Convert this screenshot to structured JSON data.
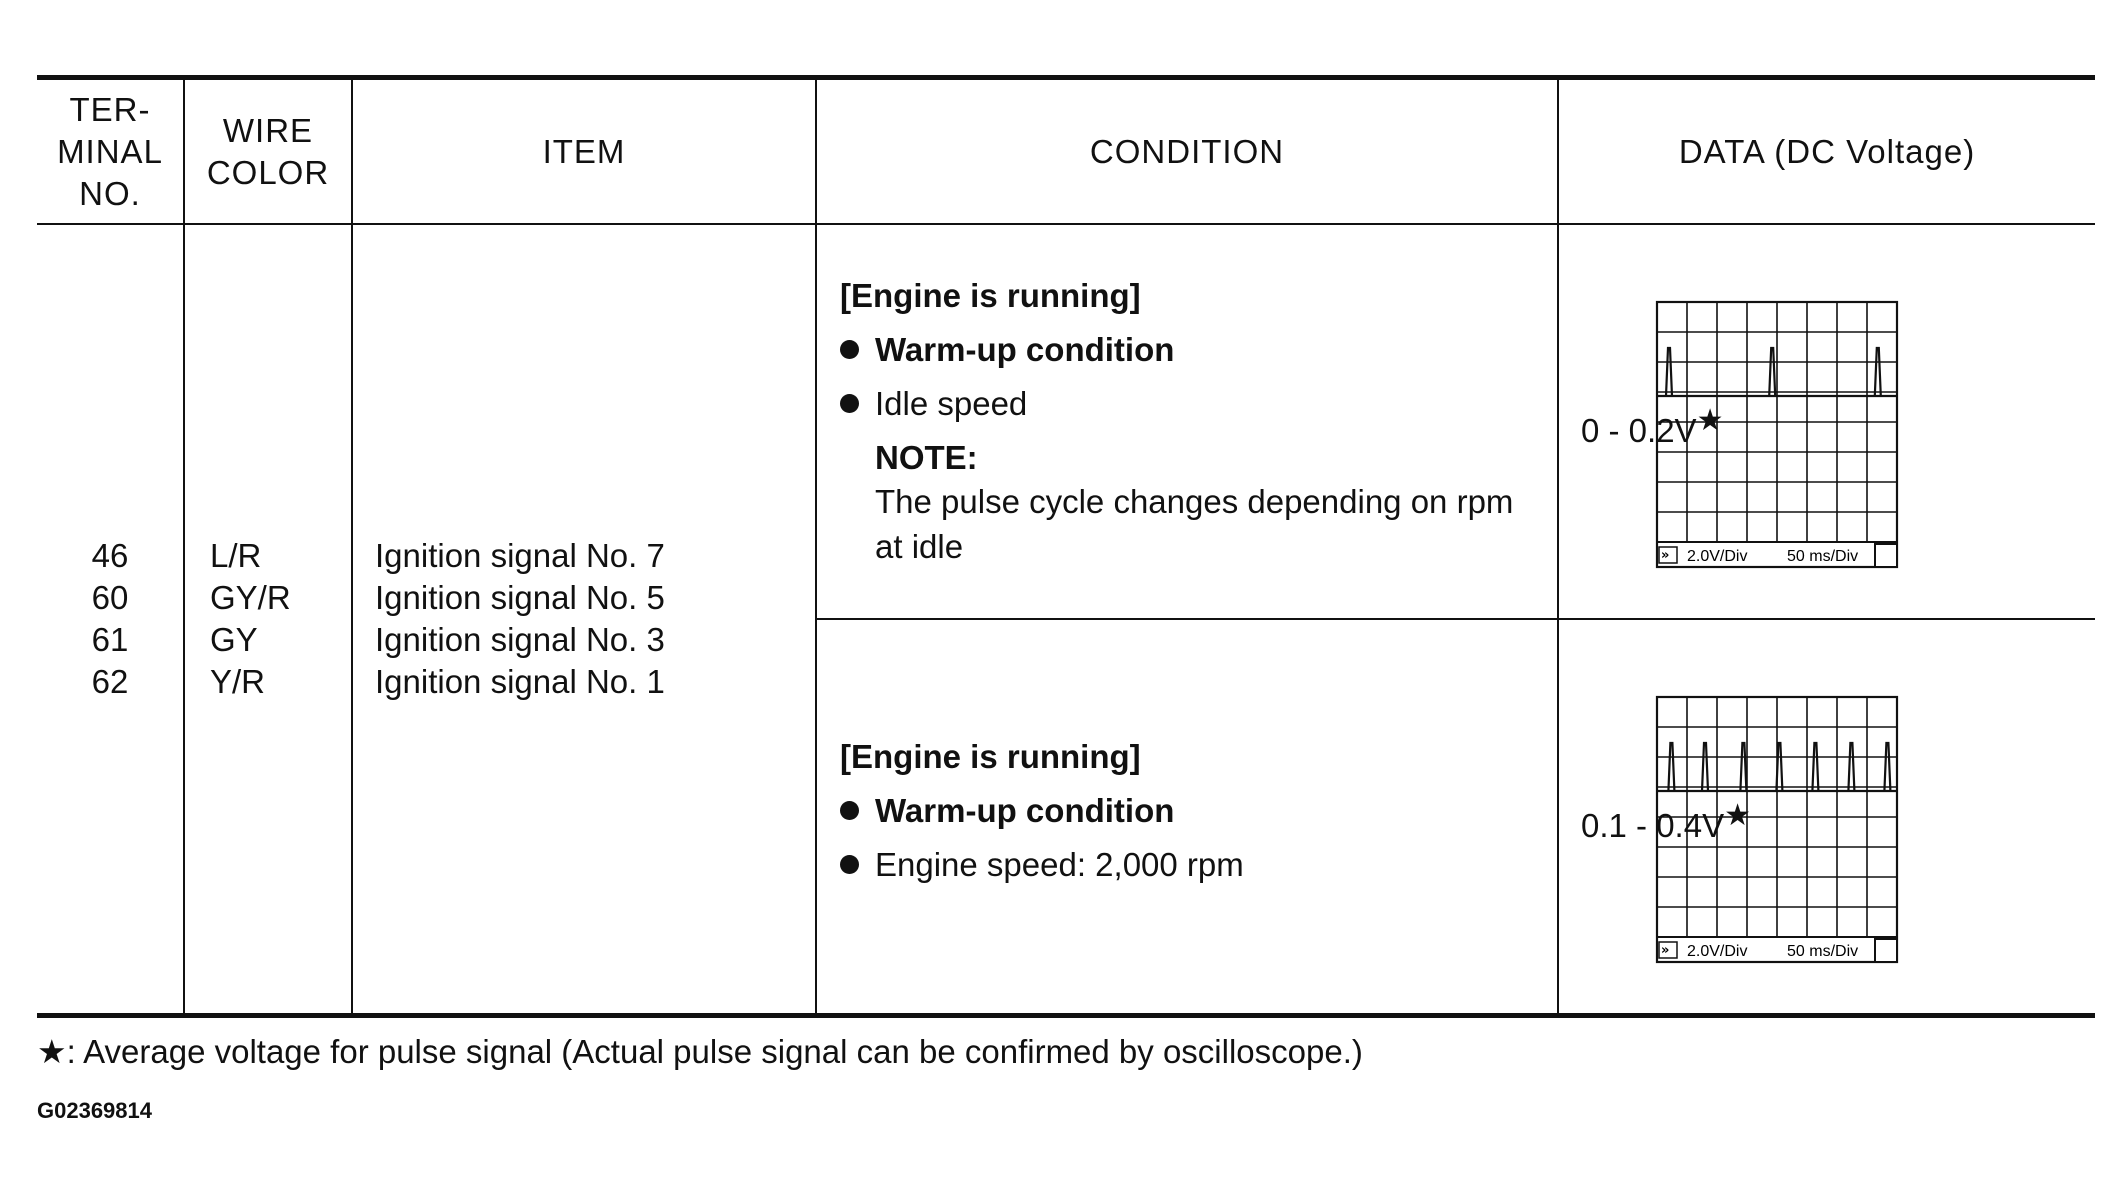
{
  "headers": {
    "terminal": [
      "TER-",
      "MINAL",
      "NO."
    ],
    "wire": [
      "WIRE",
      "COLOR"
    ],
    "item": "ITEM",
    "condition": "CONDITION",
    "data": "DATA (DC Voltage)"
  },
  "rows": {
    "terminals": [
      "46",
      "60",
      "61",
      "62"
    ],
    "wires": [
      "L/R",
      "GY/R",
      "GY",
      "Y/R"
    ],
    "items": [
      "Ignition signal No. 7",
      "Ignition signal No. 5",
      "Ignition signal No. 3",
      "Ignition signal No. 1"
    ]
  },
  "conditions": [
    {
      "heading": "[Engine is running]",
      "bullet_bold": "Warm-up condition",
      "bullet": "Idle speed",
      "note_title": "NOTE:",
      "note_lines": [
        "The pulse cycle changes depending on rpm",
        "at idle"
      ],
      "voltage": "0 - 0.2V",
      "scope": {
        "volt_div": "2.0V/Div",
        "time_div": "50 ms/Div",
        "pulse_positions": [
          0.05,
          0.48,
          0.92
        ]
      }
    },
    {
      "heading": "[Engine is running]",
      "bullet_bold": "Warm-up condition",
      "bullet": "Engine speed: 2,000 rpm",
      "voltage": "0.1 - 0.4V",
      "scope": {
        "volt_div": "2.0V/Div",
        "time_div": "50 ms/Div",
        "pulse_positions": [
          0.06,
          0.2,
          0.36,
          0.51,
          0.66,
          0.81,
          0.96
        ]
      }
    }
  ],
  "star_symbol": "★",
  "footnote": ": Average voltage for pulse signal (Actual pulse signal can be confirmed by oscilloscope.)",
  "figure_id": "G02369814"
}
